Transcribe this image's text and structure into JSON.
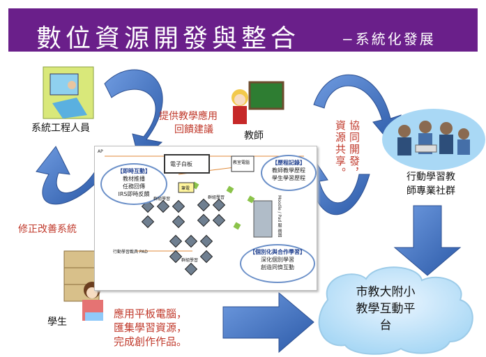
{
  "header": {
    "title": "數位資源開發與整合",
    "subtitle": "−系統化發展"
  },
  "actors": {
    "engineer": "系統工程人員",
    "teacher": "教師",
    "community": [
      "行動學習教",
      "師專業社群"
    ],
    "student": "學生"
  },
  "flows": {
    "feedback": [
      "提供教學應用",
      "回饋建議"
    ],
    "improve": "修正改善系統",
    "co_develop": [
      "協同開發，",
      "資源共享。"
    ],
    "student_use": [
      "應用平板電腦，",
      "匯集學習資源，",
      "完成創作作品。"
    ]
  },
  "platform": [
    "市教大附小",
    "教學互動平",
    "台"
  ],
  "panel": {
    "ap": "AP",
    "whiteboard": "電子白板",
    "pc": "教室電腦",
    "device": "筆電",
    "interact": {
      "title": "【即時互動】",
      "items": [
        "教材推播",
        "任務回傳",
        "IRS即時反饋"
      ]
    },
    "record": {
      "title": "【歷程記錄】",
      "items": [
        "教師教學歷程",
        "學生學習歷程"
      ]
    },
    "personal": {
      "title": "【個別化與合作學習】",
      "items": [
        "深化個別學習",
        "創造同儕互動"
      ]
    },
    "group_a": "群組學習",
    "group_b": "群組學習",
    "group_c": "群組學習",
    "pad": "行動學習載具 PAD",
    "server": "Moodle / Pad 服 務器"
  },
  "colors": {
    "banner": "#6a1f8a",
    "arrow": "#3a6fc0",
    "accent_text": "#c0392b"
  }
}
